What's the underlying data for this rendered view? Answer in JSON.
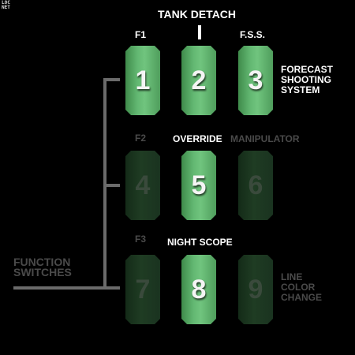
{
  "logo": "LOC\nNET",
  "header": {
    "title": "TANK DETACH",
    "col1": "F1",
    "col3": "F.S.S."
  },
  "labels": {
    "forecast": "FORECAST\nSHOOTING\nSYSTEM",
    "f2": "F2",
    "override": "OVERRIDE",
    "manipulator": "MANIPULATOR",
    "f3": "F3",
    "night_scope": "NIGHT SCOPE",
    "line_color": "LINE\nCOLOR\nCHANGE",
    "function_switches": "FUNCTION\nSWITCHES"
  },
  "keys": [
    {
      "label": "1",
      "active": true
    },
    {
      "label": "2",
      "active": true
    },
    {
      "label": "3",
      "active": true
    },
    {
      "label": "4",
      "active": false
    },
    {
      "label": "5",
      "active": true
    },
    {
      "label": "6",
      "active": false
    },
    {
      "label": "7",
      "active": false
    },
    {
      "label": "8",
      "active": true
    },
    {
      "label": "9",
      "active": false
    }
  ],
  "colors": {
    "key_active": "#63b872",
    "key_inactive": "#1f3c23",
    "label_active": "#ffffff",
    "label_inactive": "#4a4a4a"
  }
}
